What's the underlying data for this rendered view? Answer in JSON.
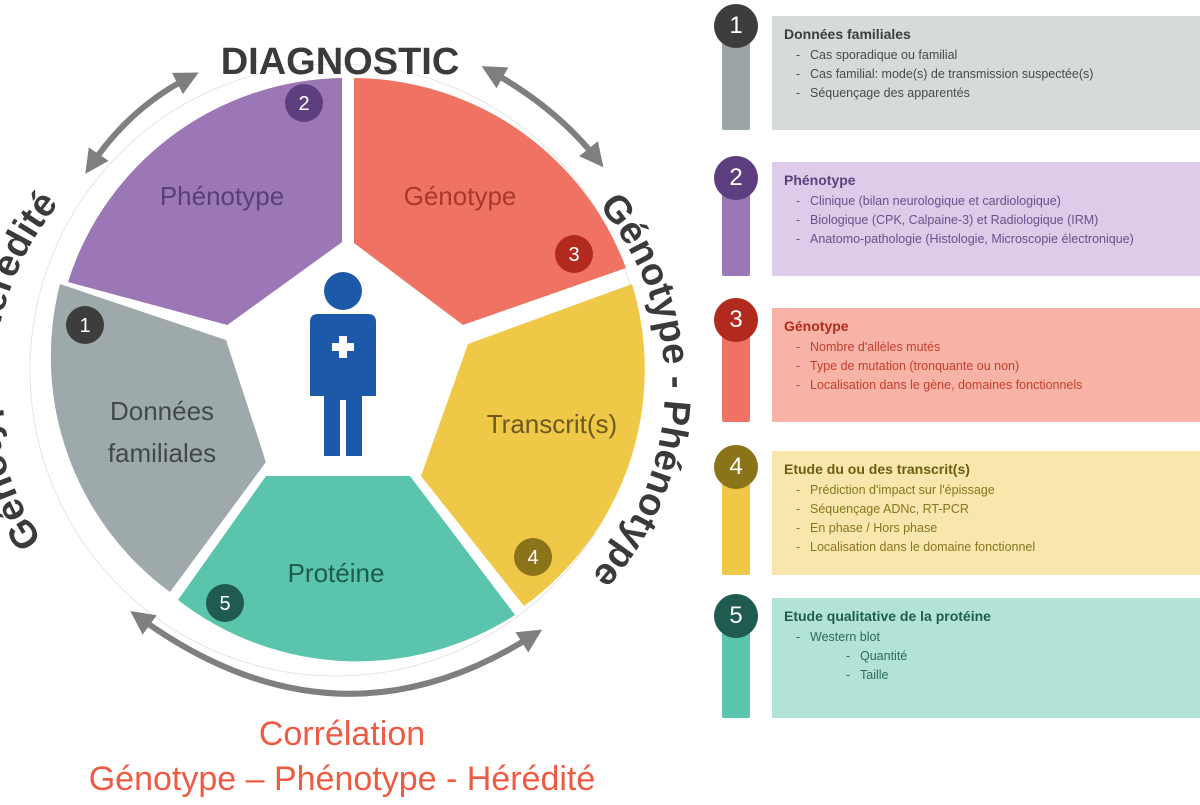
{
  "diagram": {
    "top_label": "DIAGNOSTIC",
    "left_label": "Génotype - Hérédité",
    "right_label": "Génotype - Phénotype",
    "center_icon": "person-with-cross-icon",
    "segments": [
      {
        "label": "Phénotype",
        "badge": "2",
        "color": "#9b77b5",
        "text_color": "#5a3e78"
      },
      {
        "label": "Génotype",
        "badge": "3",
        "color": "#ef7262",
        "text_color": "#a8392b"
      },
      {
        "label": "Transcrit(s)",
        "badge": "4",
        "color": "#efc847",
        "text_color": "#6b5a1e"
      },
      {
        "label": "Protéine",
        "badge": "5",
        "color": "#5ac4ad",
        "text_color": "#1f5c4f"
      },
      {
        "label_line1": "Données",
        "label_line2": "familiales",
        "badge": "1",
        "color": "#9ea9ab",
        "text_color": "#404a4c"
      }
    ],
    "correlation_line1": "Corrélation",
    "correlation_line2": "Génotype – Phénotype - Hérédité"
  },
  "legend": [
    {
      "num": "1",
      "title": "Données familiales",
      "items": [
        "Cas sporadique ou familial",
        "Cas familial: mode(s) de transmission suspectée(s)",
        "Séquençage des apparentés"
      ],
      "circle_color": "#3d3d3d",
      "bar_color": "#9ba5a8",
      "box_color": "#d5dadb",
      "title_color": "#3d3d3d",
      "text_color": "#4a4a4a"
    },
    {
      "num": "2",
      "title": "Phénotype",
      "items": [
        "Clinique (bilan neurologique et cardiologique)",
        "Biologique (CPK, Calpaine-3) et Radiologique (IRM)",
        "Anatomo-pathologie (Histologie, Microscopie électronique)"
      ],
      "circle_color": "#5d3f80",
      "bar_color": "#9b77b5",
      "box_color": "#dccbe9",
      "title_color": "#5d3f80",
      "text_color": "#6b5189"
    },
    {
      "num": "3",
      "title": "Génotype",
      "items": [
        "Nombre d'allèles mutés",
        "Type de mutation (tronquante ou non)",
        "Localisation dans le gène, domaines fonctionnels"
      ],
      "circle_color": "#b22a1d",
      "bar_color": "#ef7262",
      "box_color": "#f7b3a6",
      "title_color": "#b22a1d",
      "text_color": "#c2402f"
    },
    {
      "num": "4",
      "title": "Etude du ou des transcrit(s)",
      "items": [
        "Prédiction d'impact sur l'épissage",
        "Séquençage ADNc, RT-PCR",
        "En phase / Hors phase",
        "Localisation dans le domaine fonctionnel"
      ],
      "circle_color": "#8a7318",
      "bar_color": "#efc847",
      "box_color": "#f8e7ad",
      "title_color": "#6e5c12",
      "text_color": "#8a7420"
    },
    {
      "num": "5",
      "title": "Etude qualitative de la protéine",
      "items": [
        "Western blot"
      ],
      "sub_items": [
        "Quantité",
        "Taille"
      ],
      "circle_color": "#1f5c4f",
      "bar_color": "#5ac4ad",
      "box_color": "#b3e3d8",
      "title_color": "#1f5c4f",
      "text_color": "#2e6a5c"
    }
  ]
}
